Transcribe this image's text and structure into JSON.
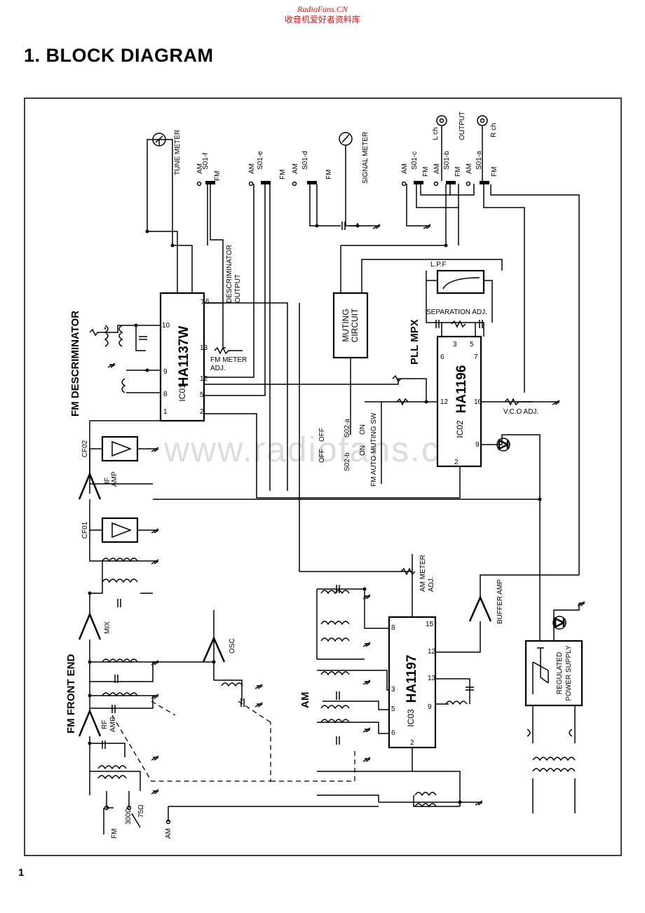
{
  "header": {
    "site": "RadioFans.CN",
    "subtitle": "收音机爱好者资料库"
  },
  "page_title": "1. BLOCK DIAGRAM",
  "page_number": "1",
  "watermark": "www.radiofans.cn",
  "sections": {
    "fm_disc": "FM DESCRIMINATOR",
    "fm_front": "FM FRONT END",
    "am": "AM",
    "pll": "PLL MPX"
  },
  "ics": {
    "ic01": {
      "part": "HA1137W",
      "ref": "IC01"
    },
    "ic02": {
      "part": "HA1196",
      "ref": "IC02"
    },
    "ic03": {
      "part": "HA1197",
      "ref": "IC03"
    }
  },
  "blocks": {
    "muting": [
      "MUTING",
      "CIRCUIT"
    ],
    "lpf": "L.P.F",
    "reg": [
      "REGULATED",
      "POWER SUPPLY"
    ]
  },
  "labels": {
    "tune_meter": "TUNE METER",
    "signal_meter": "SIGNAL METER",
    "output": "OUTPUT",
    "lch": "L ch",
    "rch": "R ch",
    "s01f": "S01-f",
    "s01e": "S01-e",
    "s01d": "S01-d",
    "s01c": "S01-c",
    "s01b": "S01-b",
    "s01a": "S01-a",
    "s02a": "S02-a",
    "s02b": "S02-b",
    "am": "AM",
    "fm": "FM",
    "on": "ON",
    "off": "OFF",
    "desc_out": [
      "DESCRIMINATOR",
      "OUTPUT"
    ],
    "fm_meter": [
      "FM METER",
      "ADJ."
    ],
    "sep_adj": "SEPARATION ADJ.",
    "vco_adj": "V.C.O ADJ.",
    "muting_sw": "FM AUTO MUTING SW",
    "am_meter": [
      "AM METER",
      "ADJ."
    ],
    "buffer_amp": "BUFFER AMP",
    "cf02": "CF02",
    "cf01": "CF01",
    "if_amp": [
      "IF",
      "AMP"
    ],
    "mix": "MIX",
    "osc": "OSC",
    "rf_amp": [
      "RF",
      "AMP"
    ],
    "ohm300": "300Ω",
    "ohm75": "75Ω",
    "ant_fm": "FM",
    "ant_am": "AM"
  },
  "pins": {
    "ic01": [
      "7",
      "6",
      "10",
      "13",
      "9",
      "12",
      "8",
      "5",
      "1",
      "2"
    ],
    "ic02": [
      "6",
      "3",
      "5",
      "7",
      "12",
      "16",
      "9",
      "2"
    ],
    "ic03": [
      "8",
      "15",
      "12",
      "3",
      "13",
      "5",
      "9",
      "6",
      "2"
    ]
  }
}
